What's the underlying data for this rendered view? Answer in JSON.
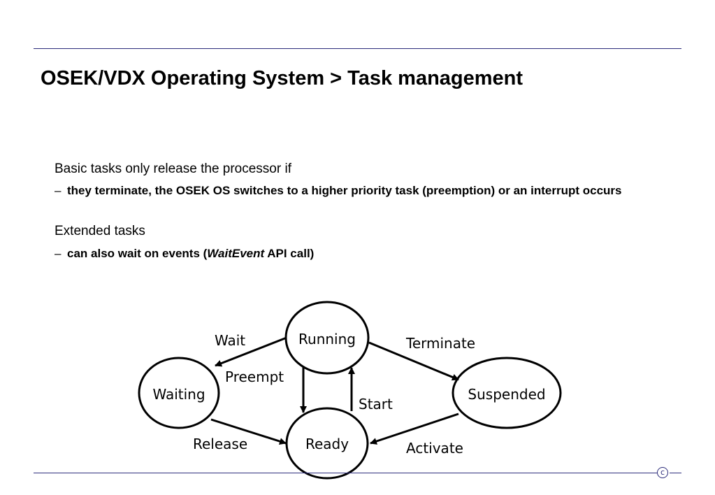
{
  "slide": {
    "title": "OSEK/VDX Operating System > Task management",
    "basic_intro": "Basic tasks only release the processor if",
    "basic_bullet_dash": "–",
    "basic_bullet": "they terminate, the OSEK OS switches to a higher priority task (preemption) or an interrupt occurs",
    "extended_intro": "Extended tasks",
    "extended_bullet_dash": "–",
    "extended_bullet_pre": "can also wait on events (",
    "extended_bullet_em": "WaitEvent",
    "extended_bullet_post": " API call)"
  },
  "diagram": {
    "states": {
      "running": "Running",
      "waiting": "Waiting",
      "ready": "Ready",
      "suspended": "Suspended"
    },
    "transitions": {
      "wait": "Wait",
      "preempt": "Preempt",
      "start": "Start",
      "terminate": "Terminate",
      "release": "Release",
      "activate": "Activate"
    }
  },
  "footer": {
    "copyright_symbol": "c"
  }
}
